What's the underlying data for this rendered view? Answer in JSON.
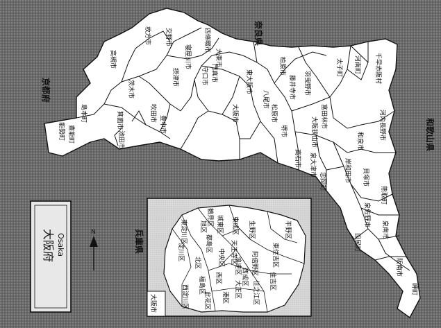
{
  "title": {
    "main": "大阪府",
    "sub": "Osaka"
  },
  "compass": "N",
  "inset_label": "大阪市",
  "prefectures": [
    {
      "name": "京都府"
    },
    {
      "name": "奈良県"
    },
    {
      "name": "兵庫県"
    },
    {
      "name": "和歌山県"
    }
  ],
  "cities": [
    {
      "name": "能勢町"
    },
    {
      "name": "豊能町"
    },
    {
      "name": "島本町"
    },
    {
      "name": "枚方市"
    },
    {
      "name": "交野市"
    },
    {
      "name": "四條畷市"
    },
    {
      "name": "高槻市"
    },
    {
      "name": "寝屋川市"
    },
    {
      "name": "茨木市"
    },
    {
      "name": "箕面市"
    },
    {
      "name": "吹田市"
    },
    {
      "name": "豊中市"
    },
    {
      "name": "池田市"
    },
    {
      "name": "摂津市"
    },
    {
      "name": "守口市"
    },
    {
      "name": "門真市"
    },
    {
      "name": "大東市"
    },
    {
      "name": "東大阪市"
    },
    {
      "name": "八尾市"
    },
    {
      "name": "柏原市"
    },
    {
      "name": "藤井寺市"
    },
    {
      "name": "羽曳野市"
    },
    {
      "name": "太子町"
    },
    {
      "name": "河南町"
    },
    {
      "name": "千早赤阪村"
    },
    {
      "name": "富田林市"
    },
    {
      "name": "大阪狭山市"
    },
    {
      "name": "河内長野市"
    },
    {
      "name": "堺市"
    },
    {
      "name": "松原市"
    },
    {
      "name": "大阪市"
    },
    {
      "name": "高石市"
    },
    {
      "name": "泉大津市"
    },
    {
      "name": "和泉市"
    },
    {
      "name": "岸和田市"
    },
    {
      "name": "貝塚市"
    },
    {
      "name": "熊取町"
    },
    {
      "name": "泉佐野市"
    },
    {
      "name": "田尻町"
    },
    {
      "name": "泉南市"
    },
    {
      "name": "阪南市"
    },
    {
      "name": "岬町"
    },
    {
      "name": "忠岡町"
    }
  ],
  "wards": [
    {
      "name": "淀川区"
    },
    {
      "name": "東淀川区"
    },
    {
      "name": "北区"
    },
    {
      "name": "旭区"
    },
    {
      "name": "都島区"
    },
    {
      "name": "城東区"
    },
    {
      "name": "鶴見区"
    },
    {
      "name": "福島区"
    },
    {
      "name": "中央区"
    },
    {
      "name": "天王寺区"
    },
    {
      "name": "東成区"
    },
    {
      "name": "生野区"
    },
    {
      "name": "西淀川区"
    },
    {
      "name": "此花区"
    },
    {
      "name": "西区"
    },
    {
      "name": "港区"
    },
    {
      "name": "大正区"
    },
    {
      "name": "浪速区"
    },
    {
      "name": "阿倍野区"
    },
    {
      "name": "住之江区"
    },
    {
      "name": "住吉区"
    },
    {
      "name": "東住吉区"
    },
    {
      "name": "平野区"
    },
    {
      "name": "西成区"
    }
  ]
}
